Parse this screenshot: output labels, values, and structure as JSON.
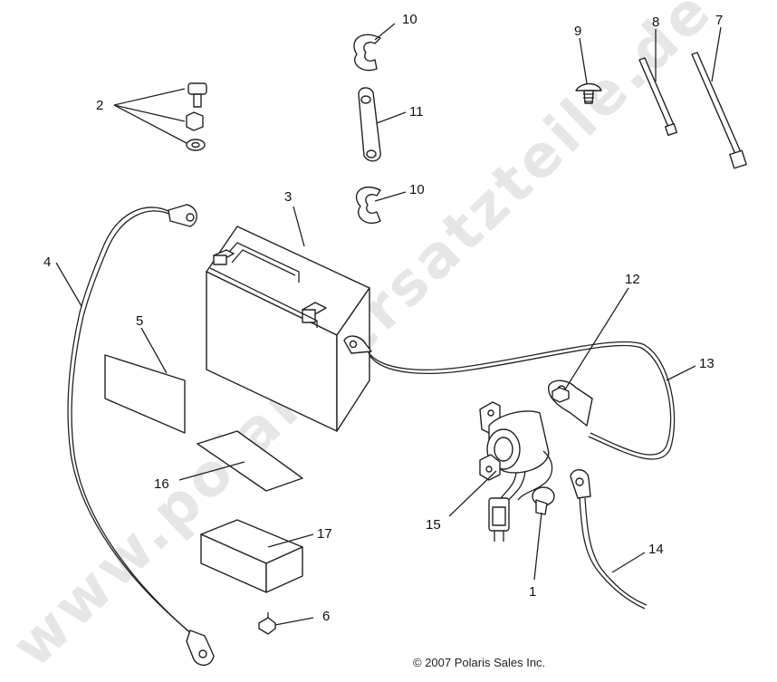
{
  "callouts": {
    "c1": "1",
    "c2": "2",
    "c3": "3",
    "c4": "4",
    "c5": "5",
    "c6": "6",
    "c7": "7",
    "c8": "8",
    "c9": "9",
    "c10a": "10",
    "c10b": "10",
    "c11": "11",
    "c12": "12",
    "c13": "13",
    "c14": "14",
    "c15": "15",
    "c16": "16",
    "c17": "17"
  },
  "watermark": "www.polarisersatzteile.de",
  "copyright": "© 2007 Polaris Sales Inc."
}
